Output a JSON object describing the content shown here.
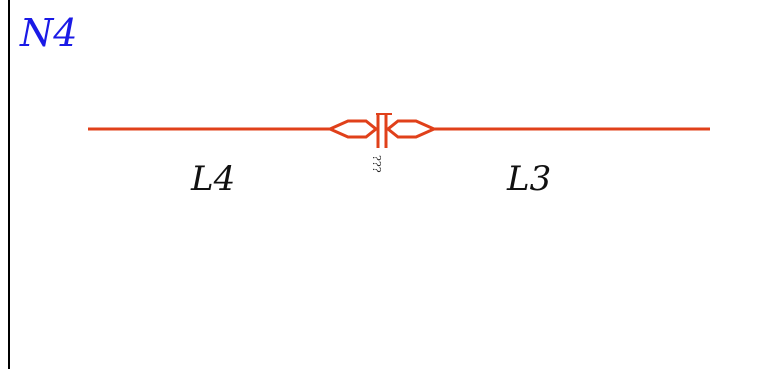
{
  "node": {
    "title": "N4"
  },
  "links": [
    {
      "label": "L4"
    },
    {
      "label": "L3"
    }
  ],
  "junction": {
    "label": "???"
  },
  "colors": {
    "title": "#1a1ae6",
    "link": "#e0401a",
    "text": "#111111",
    "border": "#000000"
  }
}
